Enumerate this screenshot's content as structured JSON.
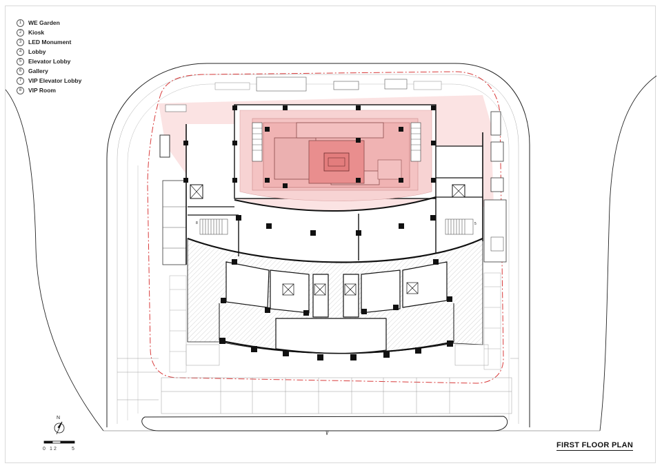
{
  "legend": {
    "items": [
      {
        "num": "1",
        "label": "WE Garden"
      },
      {
        "num": "2",
        "label": "Kiosk"
      },
      {
        "num": "3",
        "label": "LED Monument"
      },
      {
        "num": "4",
        "label": "Lobby"
      },
      {
        "num": "5",
        "label": "Elevator Lobby"
      },
      {
        "num": "6",
        "label": "Gallery"
      },
      {
        "num": "7",
        "label": "VIP Elevator Lobby"
      },
      {
        "num": "8",
        "label": "VIP Room"
      }
    ]
  },
  "drawing": {
    "title": "FIRST FLOOR PLAN",
    "north_label": "N",
    "scale_ticks": [
      "0",
      "1",
      "2",
      "5"
    ],
    "stair_tags": [
      "8",
      "5"
    ],
    "colors": {
      "highlight_light": "#fbe3e3",
      "highlight_mid": "#f4c3c3",
      "highlight_strong": "#e98e8e",
      "boundary_dash": "#d83a3a",
      "wall": "#111111",
      "line": "#9a9a9a"
    }
  }
}
